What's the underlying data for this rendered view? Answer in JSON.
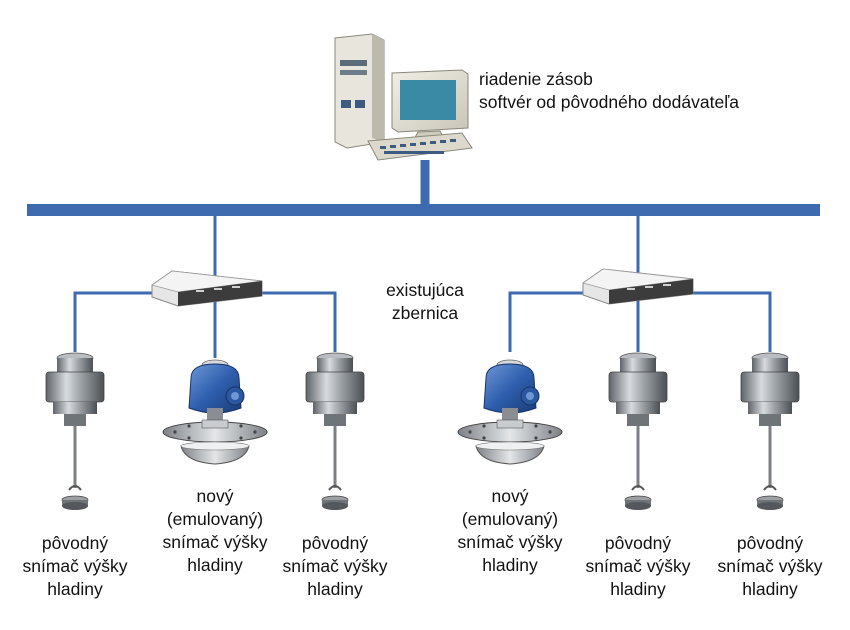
{
  "workstation": {
    "line1": "riadenie zásob",
    "line2": "softvér od pôvodného dodávateľa"
  },
  "bus": {
    "line1": "existujúca",
    "line2": "zbernica"
  },
  "gauges": [
    {
      "kind": "original",
      "lines": [
        "pôvodný",
        "snímač výšky",
        "hladiny"
      ]
    },
    {
      "kind": "new",
      "lines": [
        "nový",
        "(emulovaný)",
        "snímač výšky",
        "hladiny"
      ]
    },
    {
      "kind": "original",
      "lines": [
        "pôvodný",
        "snímač výšky",
        "hladiny"
      ]
    },
    {
      "kind": "new",
      "lines": [
        "nový",
        "(emulovaný)",
        "snímač výšky",
        "hladiny"
      ]
    },
    {
      "kind": "original",
      "lines": [
        "pôvodný",
        "snímač výšky",
        "hladiny"
      ]
    },
    {
      "kind": "original",
      "lines": [
        "pôvodný",
        "snímač výšky",
        "hladiny"
      ]
    }
  ],
  "colors": {
    "bus": "#3e6bb0",
    "new_device": "#2f5fae"
  }
}
